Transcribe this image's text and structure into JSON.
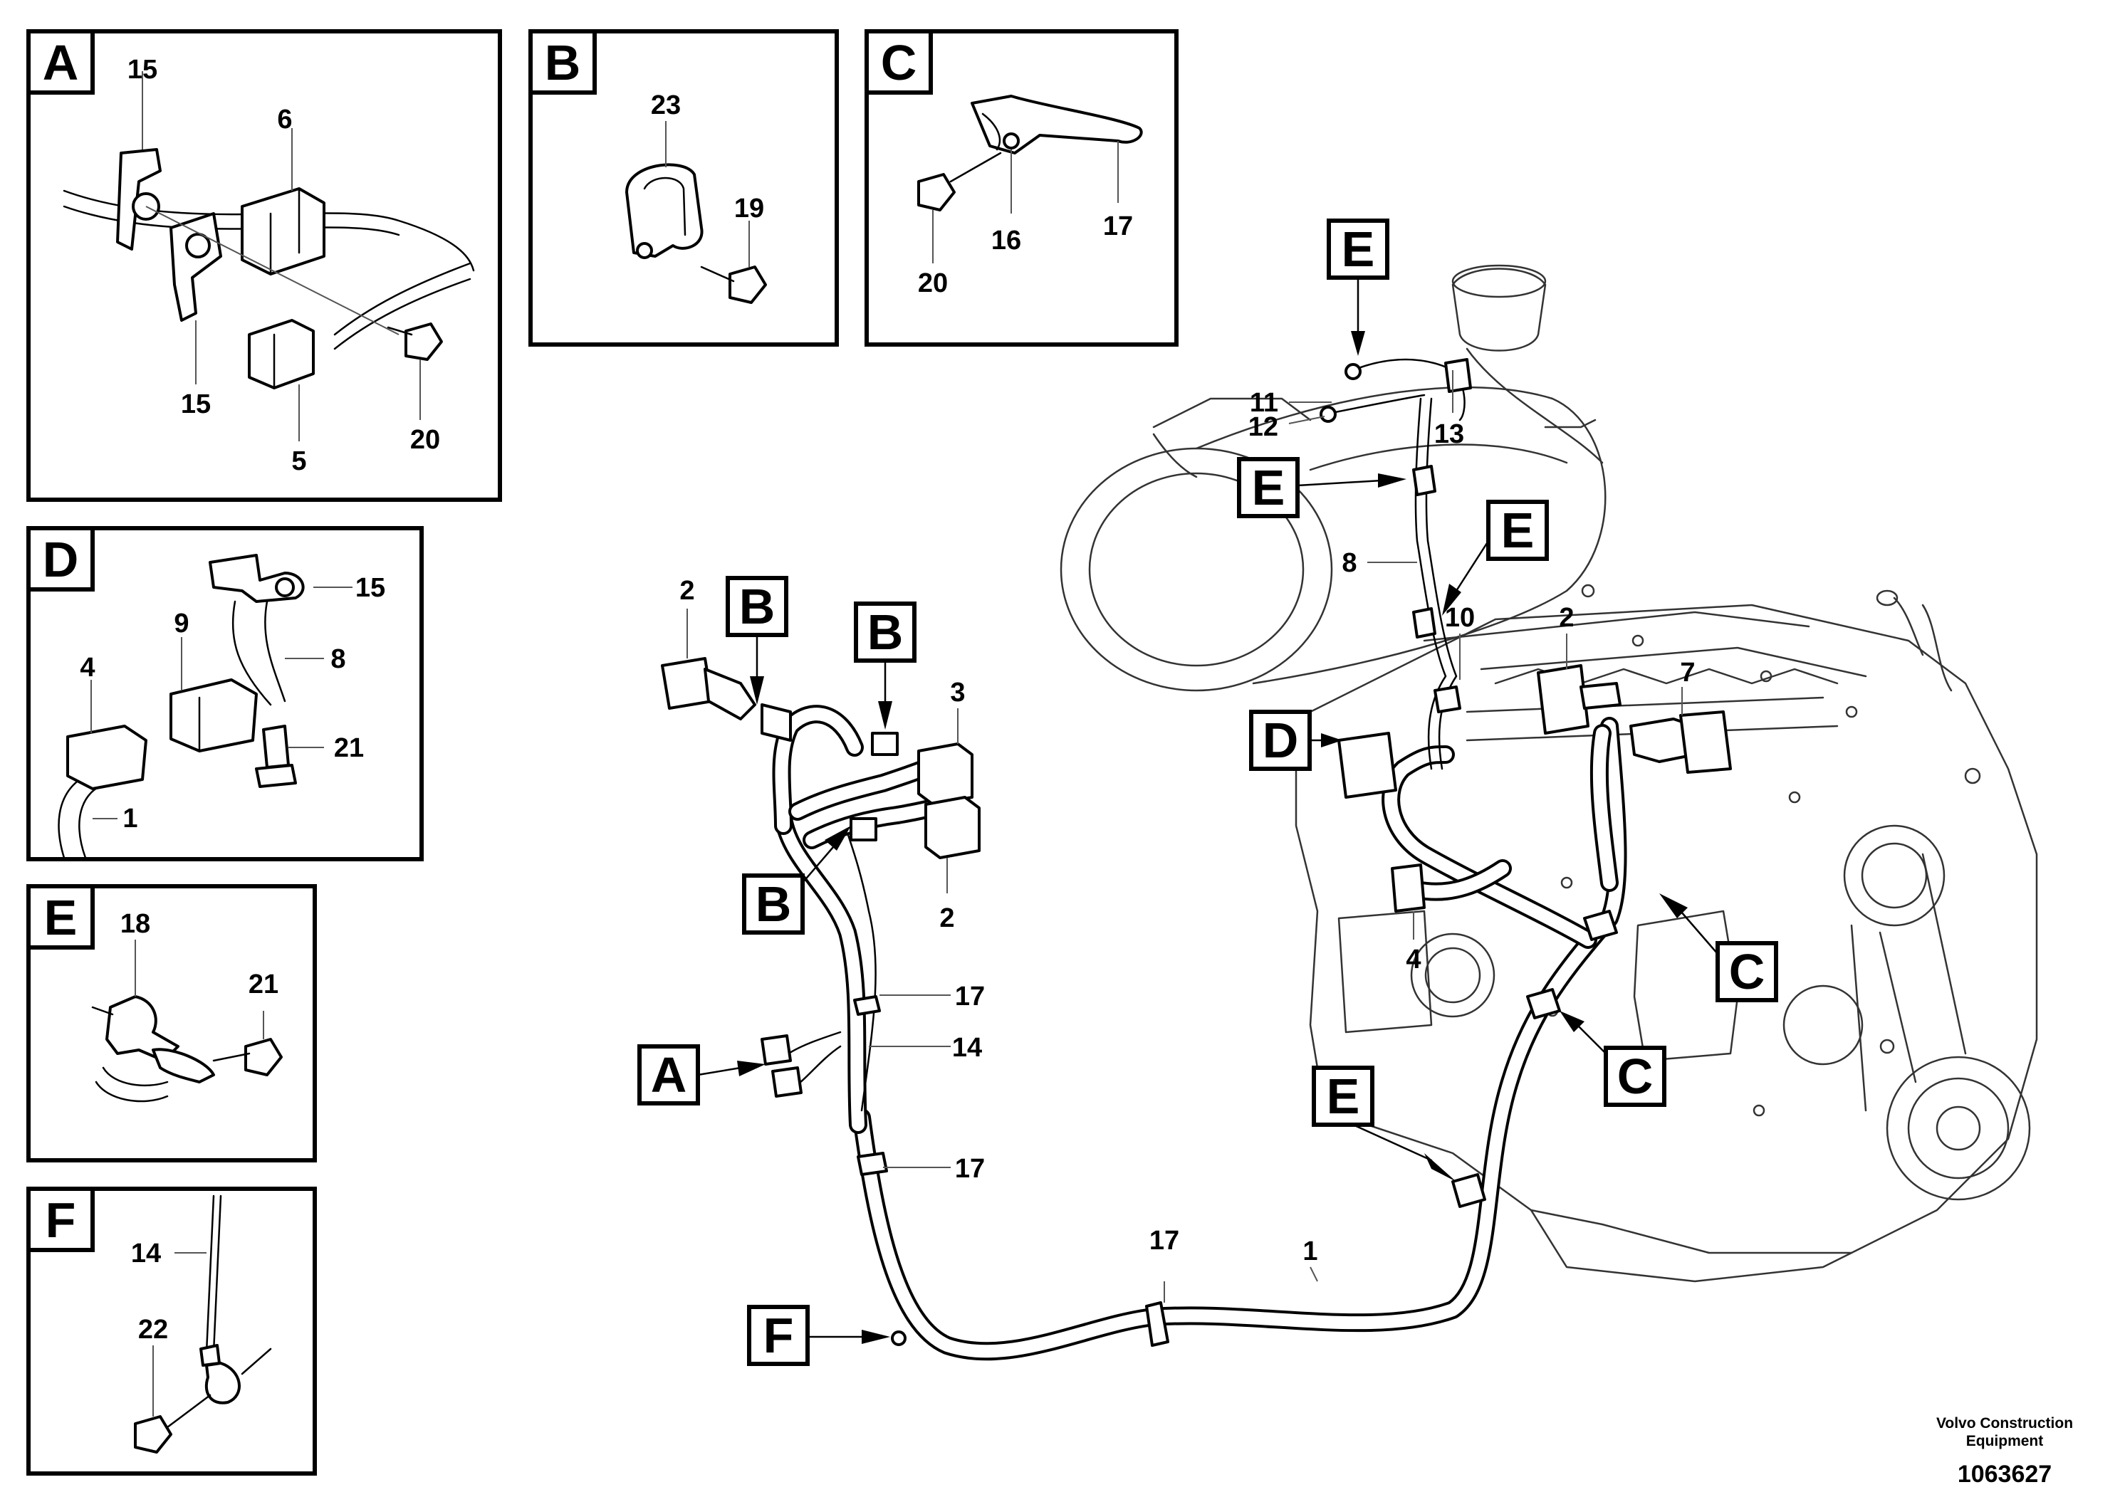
{
  "callout_letters": {
    "a": "A",
    "b": "B",
    "c": "C",
    "d": "D",
    "e": "E",
    "f": "F"
  },
  "part_numbers": {
    "p1": "1",
    "p2": "2",
    "p3": "3",
    "p4": "4",
    "p5": "5",
    "p6": "6",
    "p7": "7",
    "p8": "8",
    "p9": "9",
    "p10": "10",
    "p11": "11",
    "p12": "12",
    "p13": "13",
    "p14": "14",
    "p15": "15",
    "p16": "16",
    "p17": "17",
    "p18": "18",
    "p19": "19",
    "p20": "20",
    "p21": "21",
    "p22": "22",
    "p23": "23"
  },
  "footer": {
    "brand_line1": "Volvo Construction",
    "brand_line2": "Equipment",
    "document_number": "1063627"
  }
}
